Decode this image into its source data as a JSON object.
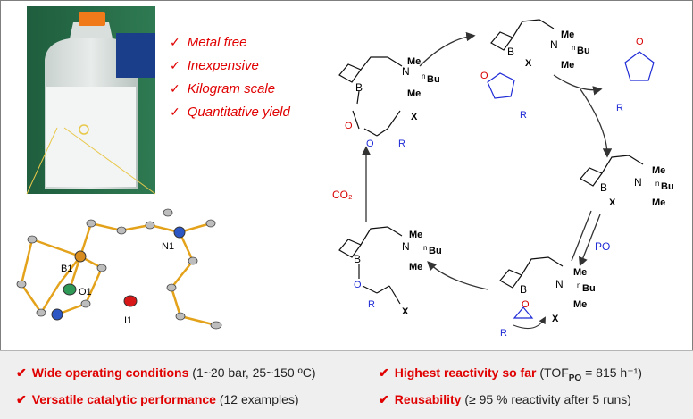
{
  "features": [
    {
      "text": "Metal free"
    },
    {
      "text": "Inexpensive"
    },
    {
      "text": "Kilogram scale"
    },
    {
      "text": "Quantitative yield"
    }
  ],
  "crystal": {
    "labels": [
      "B1",
      "O1",
      "N1",
      "I1"
    ]
  },
  "cycle": {
    "me": "Me",
    "nbu_n": "n",
    "nbu_bu": "Bu",
    "x": "X",
    "r": "R",
    "b": "B",
    "n": "N",
    "o": "O",
    "co2": "CO₂",
    "po": "PO"
  },
  "panel": {
    "items": [
      {
        "red": "Wide operating conditions",
        "rest": "(1~20 bar, 25~150 ºC)"
      },
      {
        "red": "Highest reactivity so far",
        "rest": "(TOF",
        "sub": "PO",
        "tail": " = 815 h⁻¹)"
      },
      {
        "red": "Versatile catalytic performance",
        "rest": "(12 examples)"
      },
      {
        "red": "Reusability",
        "rest": "(≥ 95 % reactivity after 5 runs)"
      }
    ],
    "tick": "✔"
  },
  "colors": {
    "accent": "#e00000",
    "blue": "#1f2bd6",
    "boron": "#e0912a",
    "bond": "#e3a21a"
  }
}
